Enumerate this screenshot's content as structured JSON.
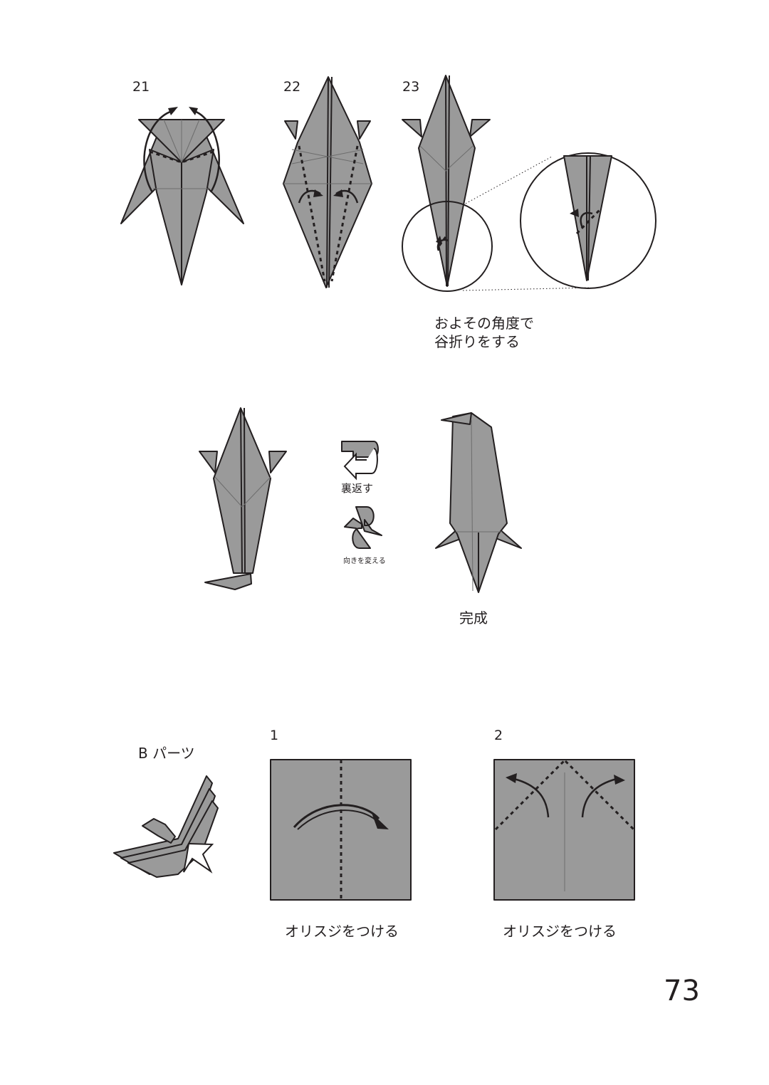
{
  "steps": {
    "s21": "21",
    "s22": "22",
    "s23": "23",
    "s23_note_line1": "およその角度で",
    "s23_note_line2": "谷折りをする"
  },
  "symbols": {
    "turn_over": "裏返す",
    "rotate": "向きを変える"
  },
  "finished": "完成",
  "part_b": {
    "title": "B パーツ",
    "step1_number": "1",
    "step1_caption": "オリスジをつける",
    "step2_number": "2",
    "step2_caption": "オリスジをつける"
  },
  "page_number": "73",
  "colors": {
    "paper": "#9a9a9a",
    "line": "#231f20"
  }
}
